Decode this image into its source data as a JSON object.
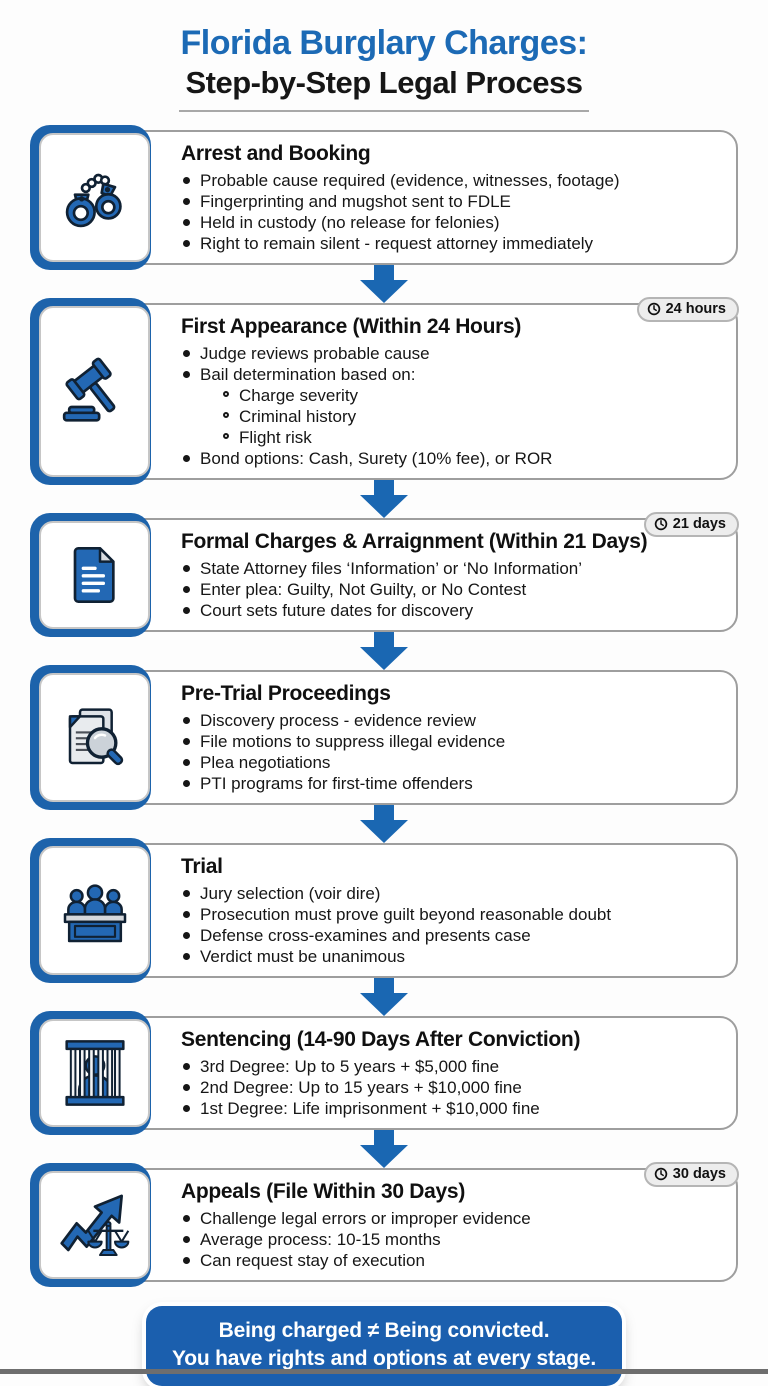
{
  "title": {
    "line1": "Florida Burglary Charges:",
    "line2": "Step-by-Step Legal Process"
  },
  "colors": {
    "accent_blue": "#1c6ab5",
    "plate_blue": "#1d63ab",
    "icon_fill_blue": "#2368b4",
    "footer_blue": "#1b5fae",
    "card_border_gray": "#9e9e9e",
    "badge_gray": "#ededed",
    "text_dark": "#161616"
  },
  "steps": [
    {
      "title": "Arrest and Booking",
      "icon": "handcuffs-icon",
      "badge": null,
      "bullets": [
        {
          "level": 1,
          "text": "Probable cause required (evidence, witnesses, footage)"
        },
        {
          "level": 1,
          "text": "Fingerprinting and mugshot sent to FDLE"
        },
        {
          "level": 1,
          "text": "Held in custody (no release for felonies)"
        },
        {
          "level": 1,
          "text": "Right to remain silent - request attorney immediately"
        }
      ]
    },
    {
      "title": "First Appearance (Within 24 Hours)",
      "icon": "gavel-icon",
      "badge": "24 hours",
      "bullets": [
        {
          "level": 1,
          "text": "Judge reviews probable cause"
        },
        {
          "level": 1,
          "text": "Bail determination based on:"
        },
        {
          "level": 2,
          "text": "Charge severity"
        },
        {
          "level": 2,
          "text": "Criminal history"
        },
        {
          "level": 2,
          "text": "Flight risk"
        },
        {
          "level": 1,
          "text": "Bond options: Cash, Surety (10% fee), or ROR"
        }
      ]
    },
    {
      "title": "Formal Charges & Arraignment (Within 21 Days)",
      "icon": "document-icon",
      "badge": "21 days",
      "bullets": [
        {
          "level": 1,
          "text": "State Attorney files ‘Information’ or ‘No Information’"
        },
        {
          "level": 1,
          "text": "Enter plea: Guilty, Not Guilty, or No Contest"
        },
        {
          "level": 1,
          "text": "Court sets future dates for discovery"
        }
      ]
    },
    {
      "title": "Pre-Trial Proceedings",
      "icon": "magnifier-documents-icon",
      "badge": null,
      "bullets": [
        {
          "level": 1,
          "text": "Discovery process - evidence review"
        },
        {
          "level": 1,
          "text": "File motions to suppress illegal evidence"
        },
        {
          "level": 1,
          "text": "Plea negotiations"
        },
        {
          "level": 1,
          "text": "PTI programs for first-time offenders"
        }
      ]
    },
    {
      "title": "Trial",
      "icon": "jury-bench-icon",
      "badge": null,
      "bullets": [
        {
          "level": 1,
          "text": "Jury selection (voir dire)"
        },
        {
          "level": 1,
          "text": "Prosecution must prove guilt beyond reasonable doubt"
        },
        {
          "level": 1,
          "text": "Defense cross-examines and presents case"
        },
        {
          "level": 1,
          "text": "Verdict must be unanimous"
        }
      ]
    },
    {
      "title": "Sentencing (14-90 Days After Conviction)",
      "icon": "jail-bars-icon",
      "badge": null,
      "bullets": [
        {
          "level": 1,
          "text": "3rd Degree: Up to 5 years + $5,000 fine"
        },
        {
          "level": 1,
          "text": "2nd Degree: Up to 15 years + $10,000 fine"
        },
        {
          "level": 1,
          "text": "1st Degree: Life imprisonment + $10,000 fine"
        }
      ]
    },
    {
      "title": "Appeals (File Within 30 Days)",
      "icon": "trend-arrow-scales-icon",
      "badge": "30 days",
      "bullets": [
        {
          "level": 1,
          "text": "Challenge legal errors or improper evidence"
        },
        {
          "level": 1,
          "text": "Average process: 10-15 months"
        },
        {
          "level": 1,
          "text": "Can request stay of execution"
        }
      ]
    }
  ],
  "footer": {
    "line1": "Being charged ≠ Being convicted.",
    "line2": "You have rights and options at every stage."
  }
}
